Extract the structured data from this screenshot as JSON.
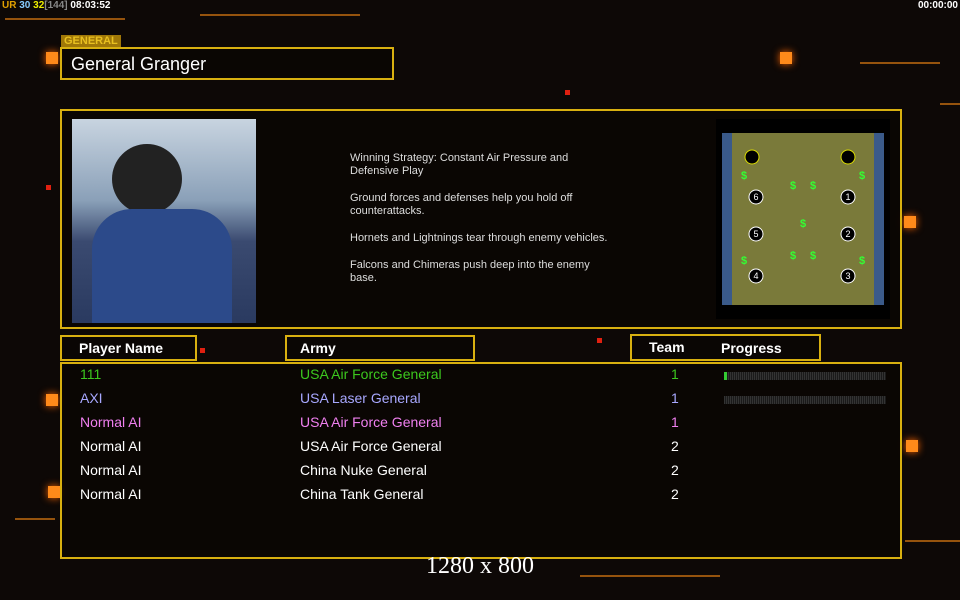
{
  "hud": {
    "ur": "UR",
    "fps1": "30",
    "fps2": "32",
    "frames": "[144]",
    "clock": "08:03:52",
    "timer": "00:00:00"
  },
  "general": {
    "tag": "GENERAL",
    "name": "General Granger"
  },
  "strategy": [
    "Winning Strategy: Constant Air Pressure and\n Defensive Play",
    "Ground forces and defenses help you hold off\n counterattacks.",
    "Hornets and Lightnings tear through enemy vehicles.",
    "Falcons and Chimeras push deep into the enemy\n base."
  ],
  "headers": {
    "player": "Player Name",
    "army": "Army",
    "team": "Team",
    "progress": "Progress"
  },
  "players": [
    {
      "name": "111",
      "army": "USA Air Force General",
      "team": "1",
      "color": "#3cc81e",
      "progress": 2
    },
    {
      "name": "AXI",
      "army": "USA Laser General",
      "team": "1",
      "color": "#a8a8ff",
      "progress": 0
    },
    {
      "name": "Normal AI",
      "army": "USA Air Force General",
      "team": "1",
      "color": "#f080f0"
    },
    {
      "name": "Normal AI",
      "army": "USA Air Force General",
      "team": "2",
      "color": "#ffffff"
    },
    {
      "name": "Normal AI",
      "army": "China Nuke General",
      "team": "2",
      "color": "#ffffff"
    },
    {
      "name": "Normal AI",
      "army": "China Tank General",
      "team": "2",
      "color": "#ffffff"
    }
  ],
  "map": {
    "slots": [
      "1",
      "2",
      "3",
      "4",
      "5",
      "6"
    ]
  },
  "resolution": "1280 x 800"
}
